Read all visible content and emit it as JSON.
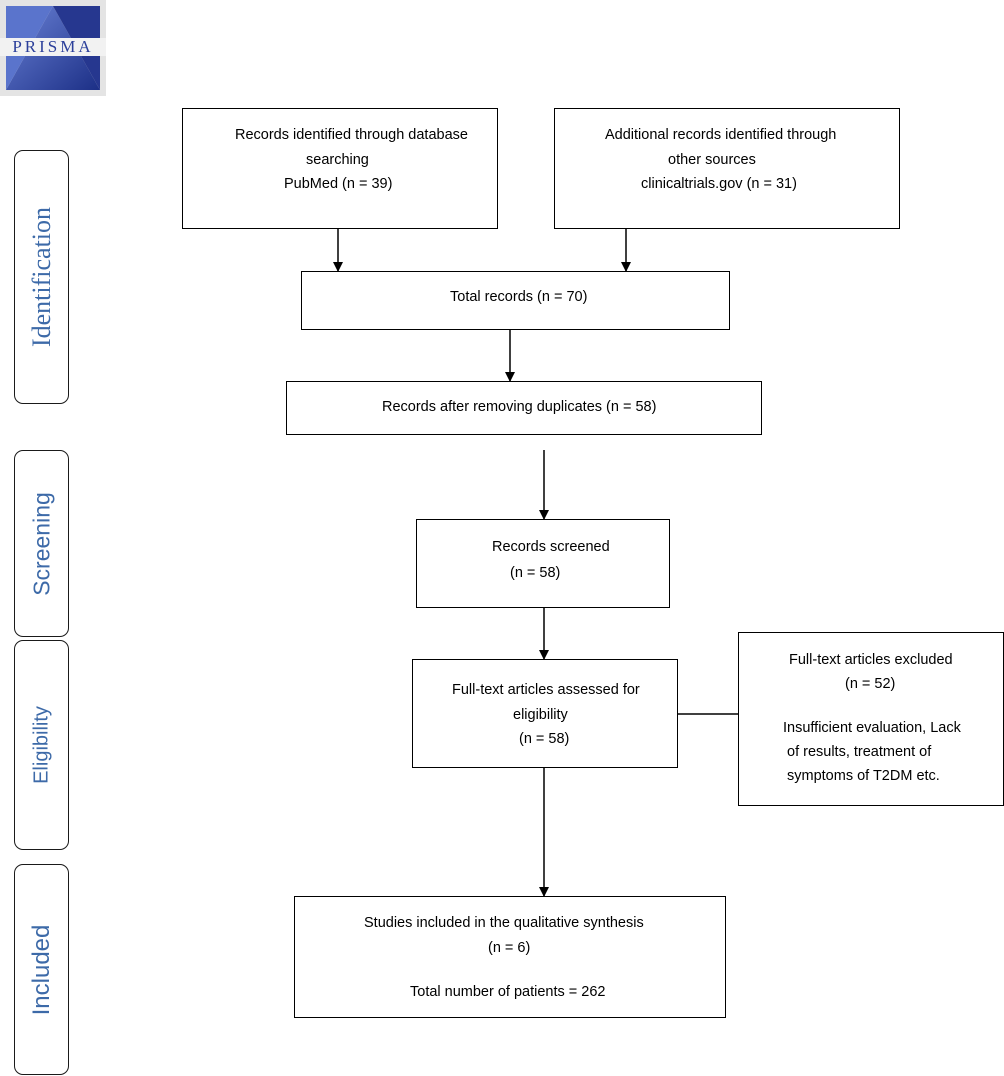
{
  "logo": {
    "text": "PRISMA"
  },
  "phases": {
    "identification": "Identification",
    "screening": "Screening",
    "eligibility": "Eligibility",
    "included": "Included"
  },
  "boxes": {
    "database": [
      "Records identified through database",
      "searching",
      "PubMed (n = 39)"
    ],
    "other_sources": [
      "Additional records identified through",
      "other sources",
      "clinicaltrials.gov (n = 31)"
    ],
    "total": [
      "Total records (n = 70)"
    ],
    "after_duplicates": [
      "Records after removing duplicates (n = 58)"
    ],
    "screened": [
      "Records screened",
      "(n = 58)"
    ],
    "fulltext_assessed": [
      "Full-text articles assessed for",
      "eligibility",
      "(n = 58)"
    ],
    "excluded": [
      "Full-text articles excluded",
      "(n = 52)",
      "Insufficient evaluation, Lack",
      "of results, treatment of",
      "symptoms of T2DM etc."
    ],
    "included": [
      "Studies included in the qualitative synthesis",
      "(n = 6)",
      "Total number of patients = 262"
    ]
  },
  "colors": {
    "phase_text": "#3d6aa8",
    "logo_blue": "#2b3f9a",
    "logo_bg": "#e4e4e4",
    "line": "#000000"
  }
}
